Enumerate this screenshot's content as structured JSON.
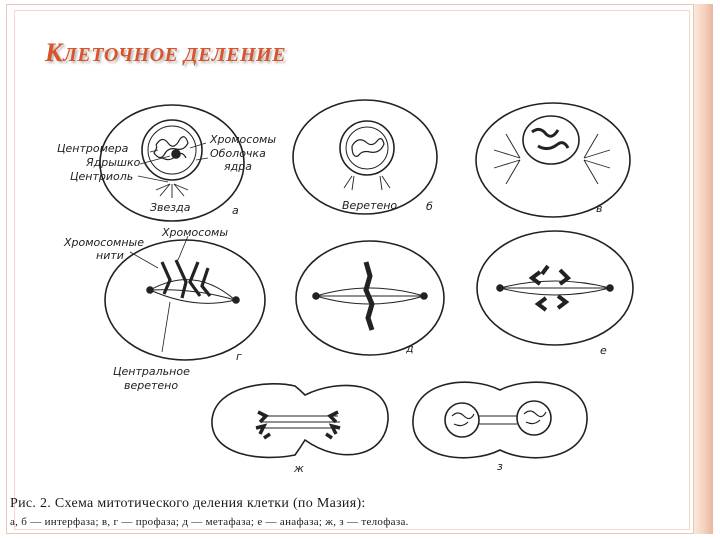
{
  "slide": {
    "title_initial": "К",
    "title_rest": "ЛЕТОЧНОЕ ДЕЛЕНИЕ"
  },
  "diagram": {
    "labels": {
      "centromere": "Центромера",
      "nucleolus": "Ядрышко",
      "centriole": "Центриоль",
      "chromosomes": "Хромосомы",
      "nuclear_envelope_1": "Оболочка",
      "nuclear_envelope_2": "ядра",
      "aster": "Звезда",
      "spindle": "Веретено",
      "chromosome_threads_1": "Хромосомные",
      "chromosome_threads_2": "нити",
      "chromosomes_2": "Хромосомы",
      "central_spindle_1": "Центральное",
      "central_spindle_2": "веретено"
    },
    "panel_letters": [
      "а",
      "б",
      "в",
      "г",
      "д",
      "е",
      "ж",
      "з"
    ]
  },
  "caption": {
    "line1": "Рис. 2. Схема митотического деления клетки (по Мазия):",
    "line2": "а, б — интерфаза; в, г — профаза; д — метафаза; е — анафаза; ж, з — телофаза."
  }
}
